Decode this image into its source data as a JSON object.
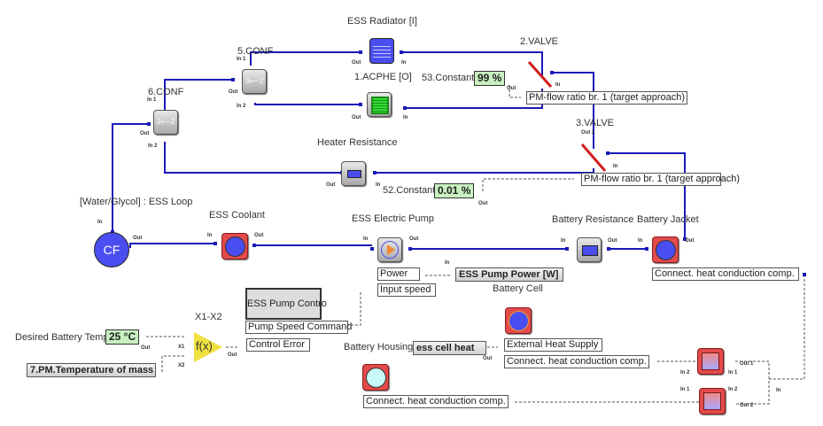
{
  "loop": {
    "title": "[Water/Glycol] : ESS Loop",
    "cf_label": "CF"
  },
  "components": {
    "ess_radiator": "ESS Radiator [I]",
    "acphe": "1.ACPHE [O]",
    "conf5": "5.CONF",
    "conf6": "6.CONF",
    "valve2": "2.VALVE",
    "valve3": "3.VALVE",
    "heater_resistance": "Heater Resistance",
    "ess_coolant": "ESS Coolant",
    "ess_electric_pump": "ESS Electric Pump",
    "battery_resistance": "Battery Resistance",
    "battery_jacket": "Battery Jacket",
    "battery_cell": "Battery Cell",
    "battery_housing": "Battery Housing",
    "x1_x2": "X1-X2",
    "fx": "f(x)",
    "desired_battery_temp": "Desired Battery Temp"
  },
  "constants": {
    "c53_label": "53.Constant",
    "c53_value": "99 %",
    "c52_label": "52.Constant",
    "c52_value": "0.01 %",
    "desired_temp_value": "25 °C"
  },
  "textboxes": {
    "pm_flow_ratio_1": "PM-flow ratio br. 1 (target approach)",
    "pm_flow_ratio_2": "PM-flow ratio br. 1 (target approach)",
    "power": "Power",
    "input_speed": "Input speed",
    "ess_pump_power": "ESS Pump Power [W]",
    "connect_jacket": "Connect. heat conduction comp.",
    "ess_pump_control": "ESS Pump Contro",
    "pump_speed_command": "Pump Speed Command",
    "control_error": "Control Error",
    "pm_temperature": "7.PM.Temperature of mass",
    "ess_cell_heat": "ess cell heat",
    "external_heat_supply": "External Heat Supply",
    "connect_cell": "Connect. heat conduction comp.",
    "connect_housing": "Connect. heat conduction comp."
  },
  "ports": {
    "in": "In",
    "out": "Out",
    "in1": "In 1",
    "in2": "In 2",
    "out1": "Out 1",
    "out2": "Out 2",
    "x1": "X1",
    "x2": "X2"
  }
}
